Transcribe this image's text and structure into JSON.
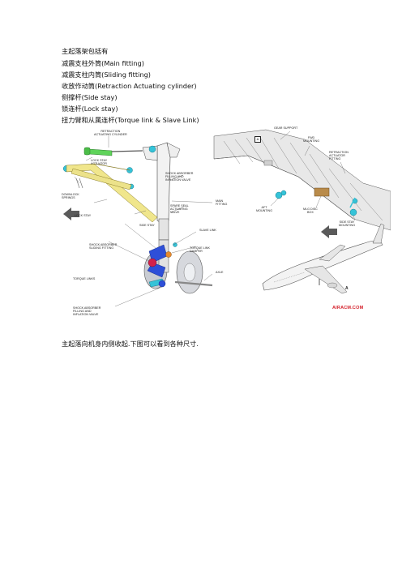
{
  "text_lines": [
    "主起落架包括有",
    "减震支柱外筒(Main fitting)",
    "减震支柱内筒(Sliding fitting)",
    "收放作动筒(Retraction Actuating cylinder)",
    "侧撑杆(Side stay)",
    "锁连杆(Lock stay)",
    "扭力臂和从属连杆(Torque link & Slave Link)"
  ],
  "caption": "主起落向机身内侧收起.下图可以看到各种尺寸.",
  "figure": {
    "left_labels": {
      "retraction_actuating_cylinder": "RETRACTION\nACTUATING CYLINDER",
      "lock_stay_actuator": "LOCK STAY\nACTUATOR",
      "downlock_springs": "DOWNLOCK\nSPRINGS",
      "lock_stay": "LOCK STAY",
      "side_stay": "SIDE STAY",
      "shock_absorber_sliding_fitting": "SHOCK ABSORBER\nSLIDING FITTING",
      "torque_links": "TORQUE LINKS",
      "shock_absorber_filling_bottom": "SHOCK ABSORBER\nFILLING AND\nINFLATION VALVE",
      "shock_absorber_filling_top": "SHOCK ABSORBER\nFILLING AND\nINFLATION VALVE",
      "spare_seal_activating_valve": "SPARE SEAL\nACTIVATING\nVALVE",
      "main_fitting": "MAIN\nFITTING",
      "slave_link": "SLAVE LINK",
      "torque_link_damper": "TORQUE LINK\nDAMPER",
      "axle": "AXLE"
    },
    "right_labels": {
      "gear_support": "GEAR SUPPORT",
      "fwd_mounting": "FWD\nMOUNTING",
      "retraction_actuator_fitting": "RETRACTION\nACTUATOR\nFITTING",
      "aft_mounting": "AFT\nMOUNTING",
      "mlg_disc_box": "MLG DISC\nBOX",
      "side_stay_mounting": "SIDE STAY\nMOUNTING"
    },
    "view_tag": "A",
    "aircraft_tag": "A",
    "fwd_arrow": "FWD",
    "watermark": "AIRACM.COM",
    "colors": {
      "cylinder_green": "#5fd35a",
      "stay_yellow": "#f0e68c",
      "cyan_fitting": "#35c3d8",
      "blue_link": "#2e4fd8",
      "red_part": "#d4214a",
      "orange_part": "#e88a2c",
      "wheel_gray": "#c9ccd2",
      "structure_gray": "#e8e8e8"
    }
  }
}
